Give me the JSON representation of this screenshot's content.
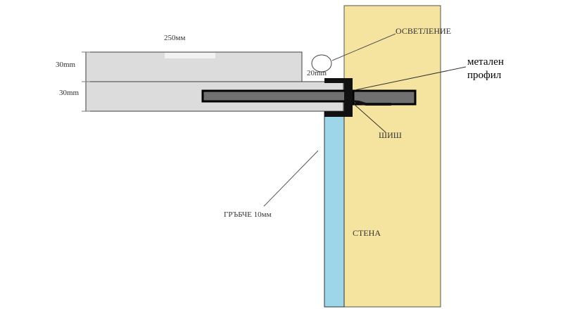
{
  "labels": {
    "width_dim": "250мм",
    "top_slab_thickness": "30mm",
    "bottom_slab_thickness": "30mm",
    "gap": "20mm",
    "lighting": "ОСВЕТЛЕНИЕ",
    "metal_profile_line1": "метален",
    "metal_profile_line2": "профил",
    "rod": "ШИШ",
    "groove": "ГРЪБЧЕ 10мм",
    "wall": "СТЕНА"
  },
  "colors": {
    "wall": "#F5E3A0",
    "slab": "#DCDCDC",
    "slab_highlight": "#F2F2F2",
    "rod": "#707070",
    "profile": "#111111",
    "strip": "#9DD6E8",
    "outline": "#404040",
    "leader": "#555555"
  }
}
